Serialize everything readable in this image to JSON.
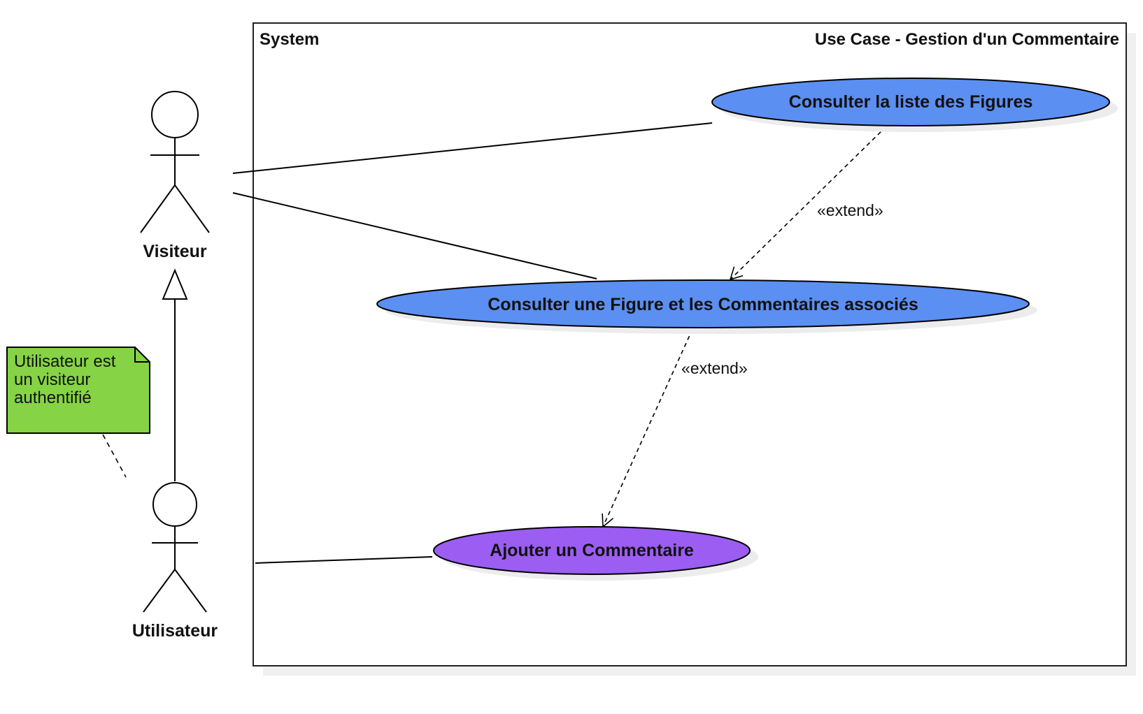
{
  "system": {
    "label": "System",
    "title": "Use Case - Gestion d'un Commentaire"
  },
  "actors": {
    "visiteur": {
      "label": "Visiteur"
    },
    "utilisateur": {
      "label": "Utilisateur"
    }
  },
  "use_cases": {
    "consulter_liste": {
      "label": "Consulter la liste des Figures"
    },
    "consulter_figure": {
      "label": "Consulter une Figure et les Commentaires associés"
    },
    "ajouter_commentaire": {
      "label": "Ajouter un Commentaire"
    }
  },
  "relations": {
    "extend_1": {
      "label": "«extend»"
    },
    "extend_2": {
      "label": "«extend»"
    }
  },
  "note": {
    "lines": [
      "Utilisateur est",
      "un visiteur",
      "authentifié"
    ]
  },
  "colors": {
    "use_case_blue": "#5b8ff2",
    "use_case_purple": "#9b5df2",
    "note_green": "#86d445",
    "stroke": "#000000",
    "shadow": "#ececec"
  }
}
